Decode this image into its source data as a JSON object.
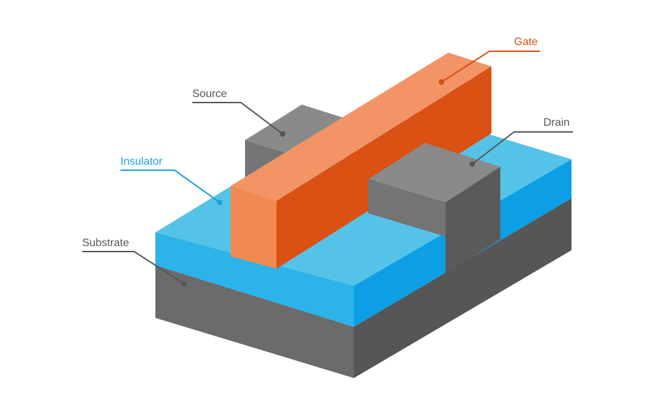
{
  "colors": {
    "gate": "#D94F12",
    "insulator": "#1BA1E2",
    "substrate": "#5F5F5F",
    "source_drain": "#7A7A7A",
    "label_gray": "#555555"
  },
  "labels": {
    "gate": "Gate",
    "source": "Source",
    "drain": "Drain",
    "insulator": "Insulator",
    "substrate": "Substrate"
  }
}
